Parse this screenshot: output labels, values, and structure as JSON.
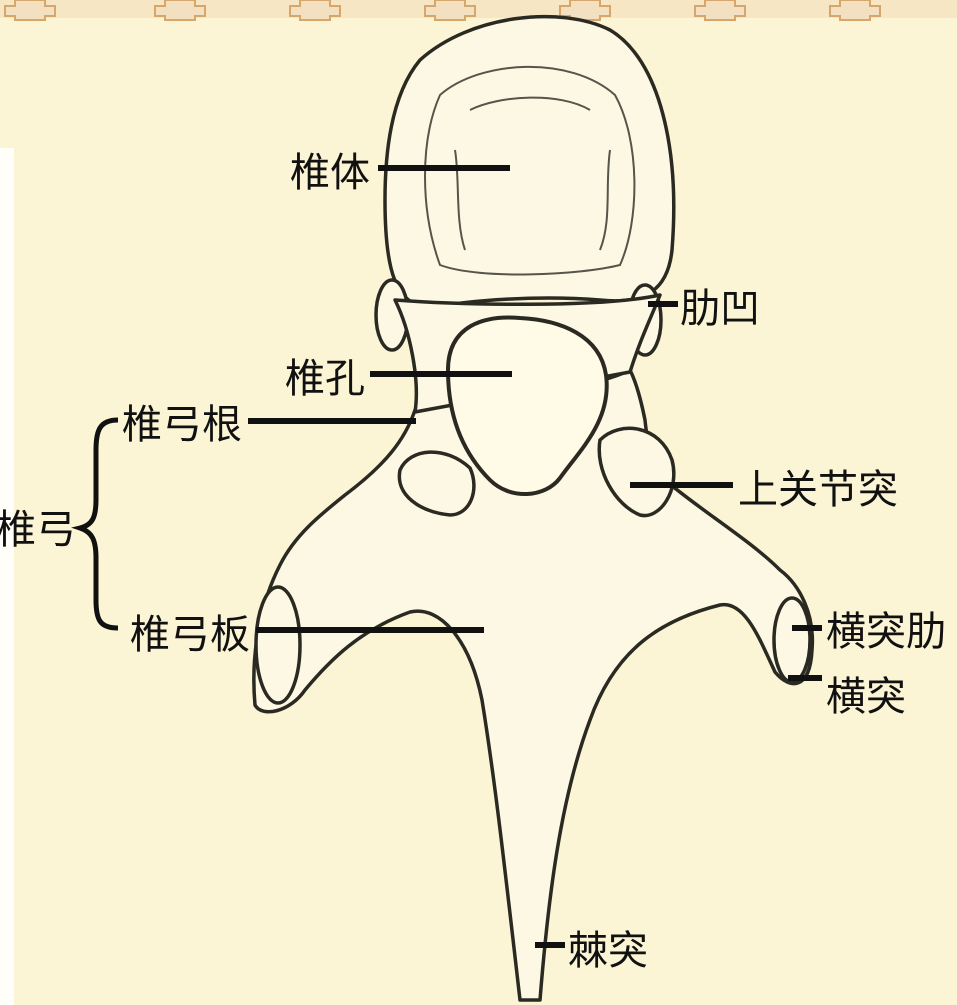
{
  "labels": {
    "vertebral_body": "椎体",
    "costal_fovea": "肋凹",
    "vertebral_foramen": "椎孔",
    "pedicle": "椎弓根",
    "vertebral_arch": "椎弓",
    "superior_articular_process": "上关节突",
    "lamina": "椎弓板",
    "transverse_costal_fovea": "横突肋",
    "transverse_process": "横突",
    "spinous_process": "棘突"
  },
  "colors": {
    "background": "#fbf5d5",
    "bone_fill": "#fdf8e4",
    "outline": "#2a2a22",
    "label_text": "#111111",
    "border_motif": "#d7a66a"
  }
}
